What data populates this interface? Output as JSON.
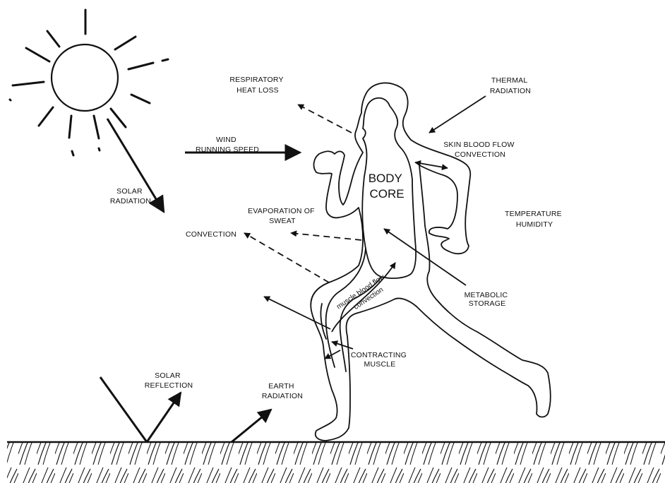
{
  "diagram": {
    "labels": {
      "respiratory": [
        "RESPIRATORY",
        "HEAT LOSS"
      ],
      "thermal": [
        "THERMAL",
        "RADIATION"
      ],
      "wind": [
        "WIND",
        "RUNNING SPEED"
      ],
      "skin_flow": [
        "SKIN BLOOD FLOW",
        "CONVECTION"
      ],
      "solar_radiation": [
        "SOLAR",
        "RADIATION"
      ],
      "evaporation": [
        "EVAPORATION OF",
        "SWEAT"
      ],
      "temp_humidity": [
        "TEMPERATURE",
        "HUMIDITY"
      ],
      "convection": "CONVECTION",
      "metabolic": [
        "METABOLIC",
        "STORAGE"
      ],
      "contracting": [
        "CONTRACTING",
        "MUSCLE"
      ],
      "solar_reflection": [
        "SOLAR",
        "REFLECTION"
      ],
      "earth_radiation": [
        "EARTH",
        "RADIATION"
      ],
      "body_core": [
        "BODY",
        "CORE"
      ],
      "muscle_flow": [
        "muscle blood flow",
        "convection"
      ]
    },
    "icons": [
      "sun-icon",
      "runner-figure",
      "ground-hatching"
    ],
    "line_color": "#111111"
  }
}
